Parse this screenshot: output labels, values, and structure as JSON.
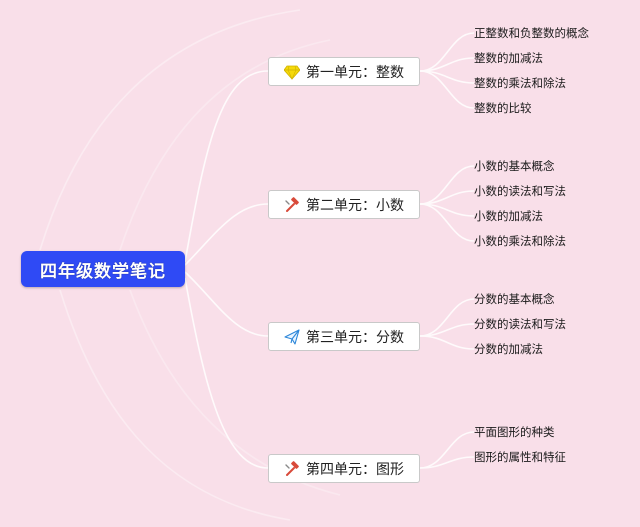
{
  "root": {
    "label": "四年级数学笔记"
  },
  "units": [
    {
      "label": "第一单元：整数",
      "icon": "diamond-icon",
      "topics": [
        "正整数和负整数的概念",
        "整数的加减法",
        "整数的乘法和除法",
        "整数的比较"
      ]
    },
    {
      "label": "第二单元：小数",
      "icon": "hammer-icon",
      "topics": [
        "小数的基本概念",
        "小数的读法和写法",
        "小数的加减法",
        "小数的乘法和除法"
      ]
    },
    {
      "label": "第三单元：分数",
      "icon": "paper-plane-icon",
      "topics": [
        "分数的基本概念",
        "分数的读法和写法",
        "分数的加减法"
      ]
    },
    {
      "label": "第四单元：图形",
      "icon": "hammer-icon",
      "topics": [
        "平面图形的种类",
        "图形的属性和特征"
      ]
    }
  ],
  "colors": {
    "background": "#f9dfe9",
    "root": "#2f4af5",
    "connector": "#ffffff"
  }
}
